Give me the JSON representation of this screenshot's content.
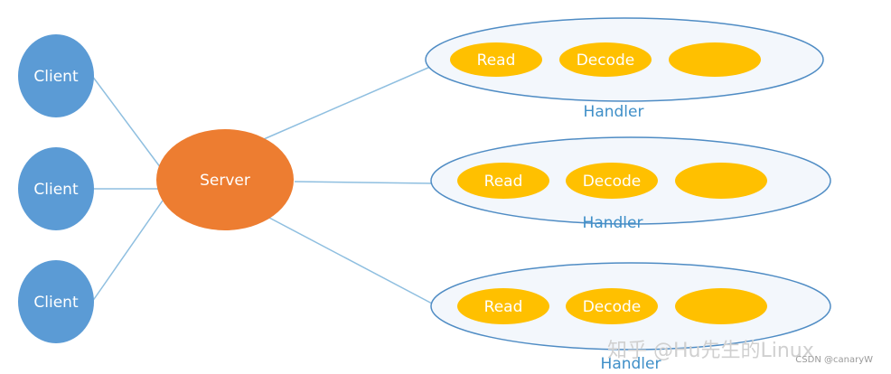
{
  "clients": [
    {
      "label": "Client"
    },
    {
      "label": "Client"
    },
    {
      "label": "Client"
    }
  ],
  "server": {
    "label": "Server"
  },
  "handlers": [
    {
      "label": "Handler",
      "steps": [
        "Read",
        "Decode",
        ""
      ]
    },
    {
      "label": "Handler",
      "steps": [
        "Read",
        "Decode",
        ""
      ]
    },
    {
      "label": "Handler",
      "steps": [
        "Read",
        "Decode",
        ""
      ]
    }
  ],
  "watermark": {
    "main": "知乎 @Hu先生的Linux",
    "credit": "CSDN @canaryW"
  },
  "colors": {
    "client": "#5b9bd5",
    "server": "#ed7d31",
    "pill": "#ffc000",
    "edge": "#8fbfe0",
    "handler_fill": "#f3f7fc",
    "handler_stroke": "#4f8cc4",
    "handler_text": "#3f8fc8"
  }
}
